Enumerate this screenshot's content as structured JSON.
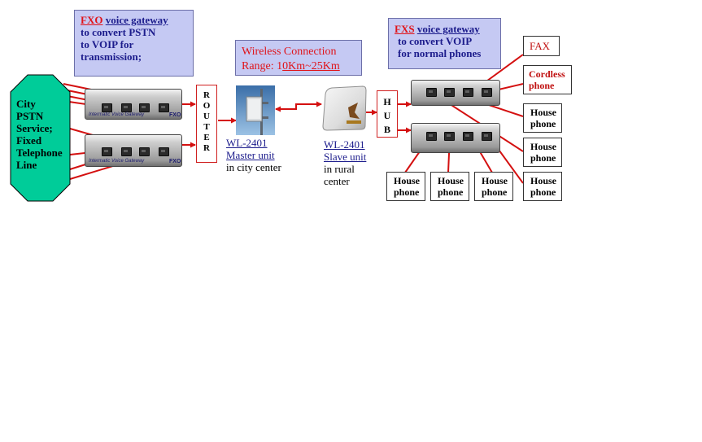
{
  "fxo_gateway": {
    "type_label": "FXO",
    "name_label": "voice gateway",
    "line2": "to convert PSTN",
    "line3": "to VOIP for",
    "line4": "transmission;"
  },
  "wireless_note": {
    "line1": "Wireless Connection",
    "range_prefix": "Range: 1",
    "range_underlined": "0Km~25Km"
  },
  "fxs_gateway": {
    "type_label": "FXS",
    "name_label": "voice gateway",
    "line2": "to convert VOIP",
    "line3": "for normal phones"
  },
  "pstn": {
    "lines": [
      "City",
      "PSTN",
      "Service;",
      "Fixed",
      "Telephone",
      "Line"
    ]
  },
  "router": {
    "letters": [
      "R",
      "O",
      "U",
      "T",
      "E",
      "R"
    ]
  },
  "hub": {
    "letters": [
      "H",
      "U",
      "B"
    ]
  },
  "devices": {
    "brand_text": "Intermatic Voice Gateway",
    "fxo_tag": "FXO"
  },
  "master_unit": {
    "model": "WL-2401",
    "role": "Master unit",
    "location": "in city center"
  },
  "slave_unit": {
    "model": "WL-2401",
    "role": "Slave unit",
    "location_line1": "in rural",
    "location_line2": "center"
  },
  "endpoints": {
    "fax": "FAX",
    "cordless": [
      "Cordless",
      "phone"
    ],
    "house": [
      "House",
      "phone"
    ]
  },
  "colors": {
    "link_red": "#d41010",
    "gateway_box_fill": "#c5c9f3",
    "pstn_fill": "#00cc99"
  }
}
